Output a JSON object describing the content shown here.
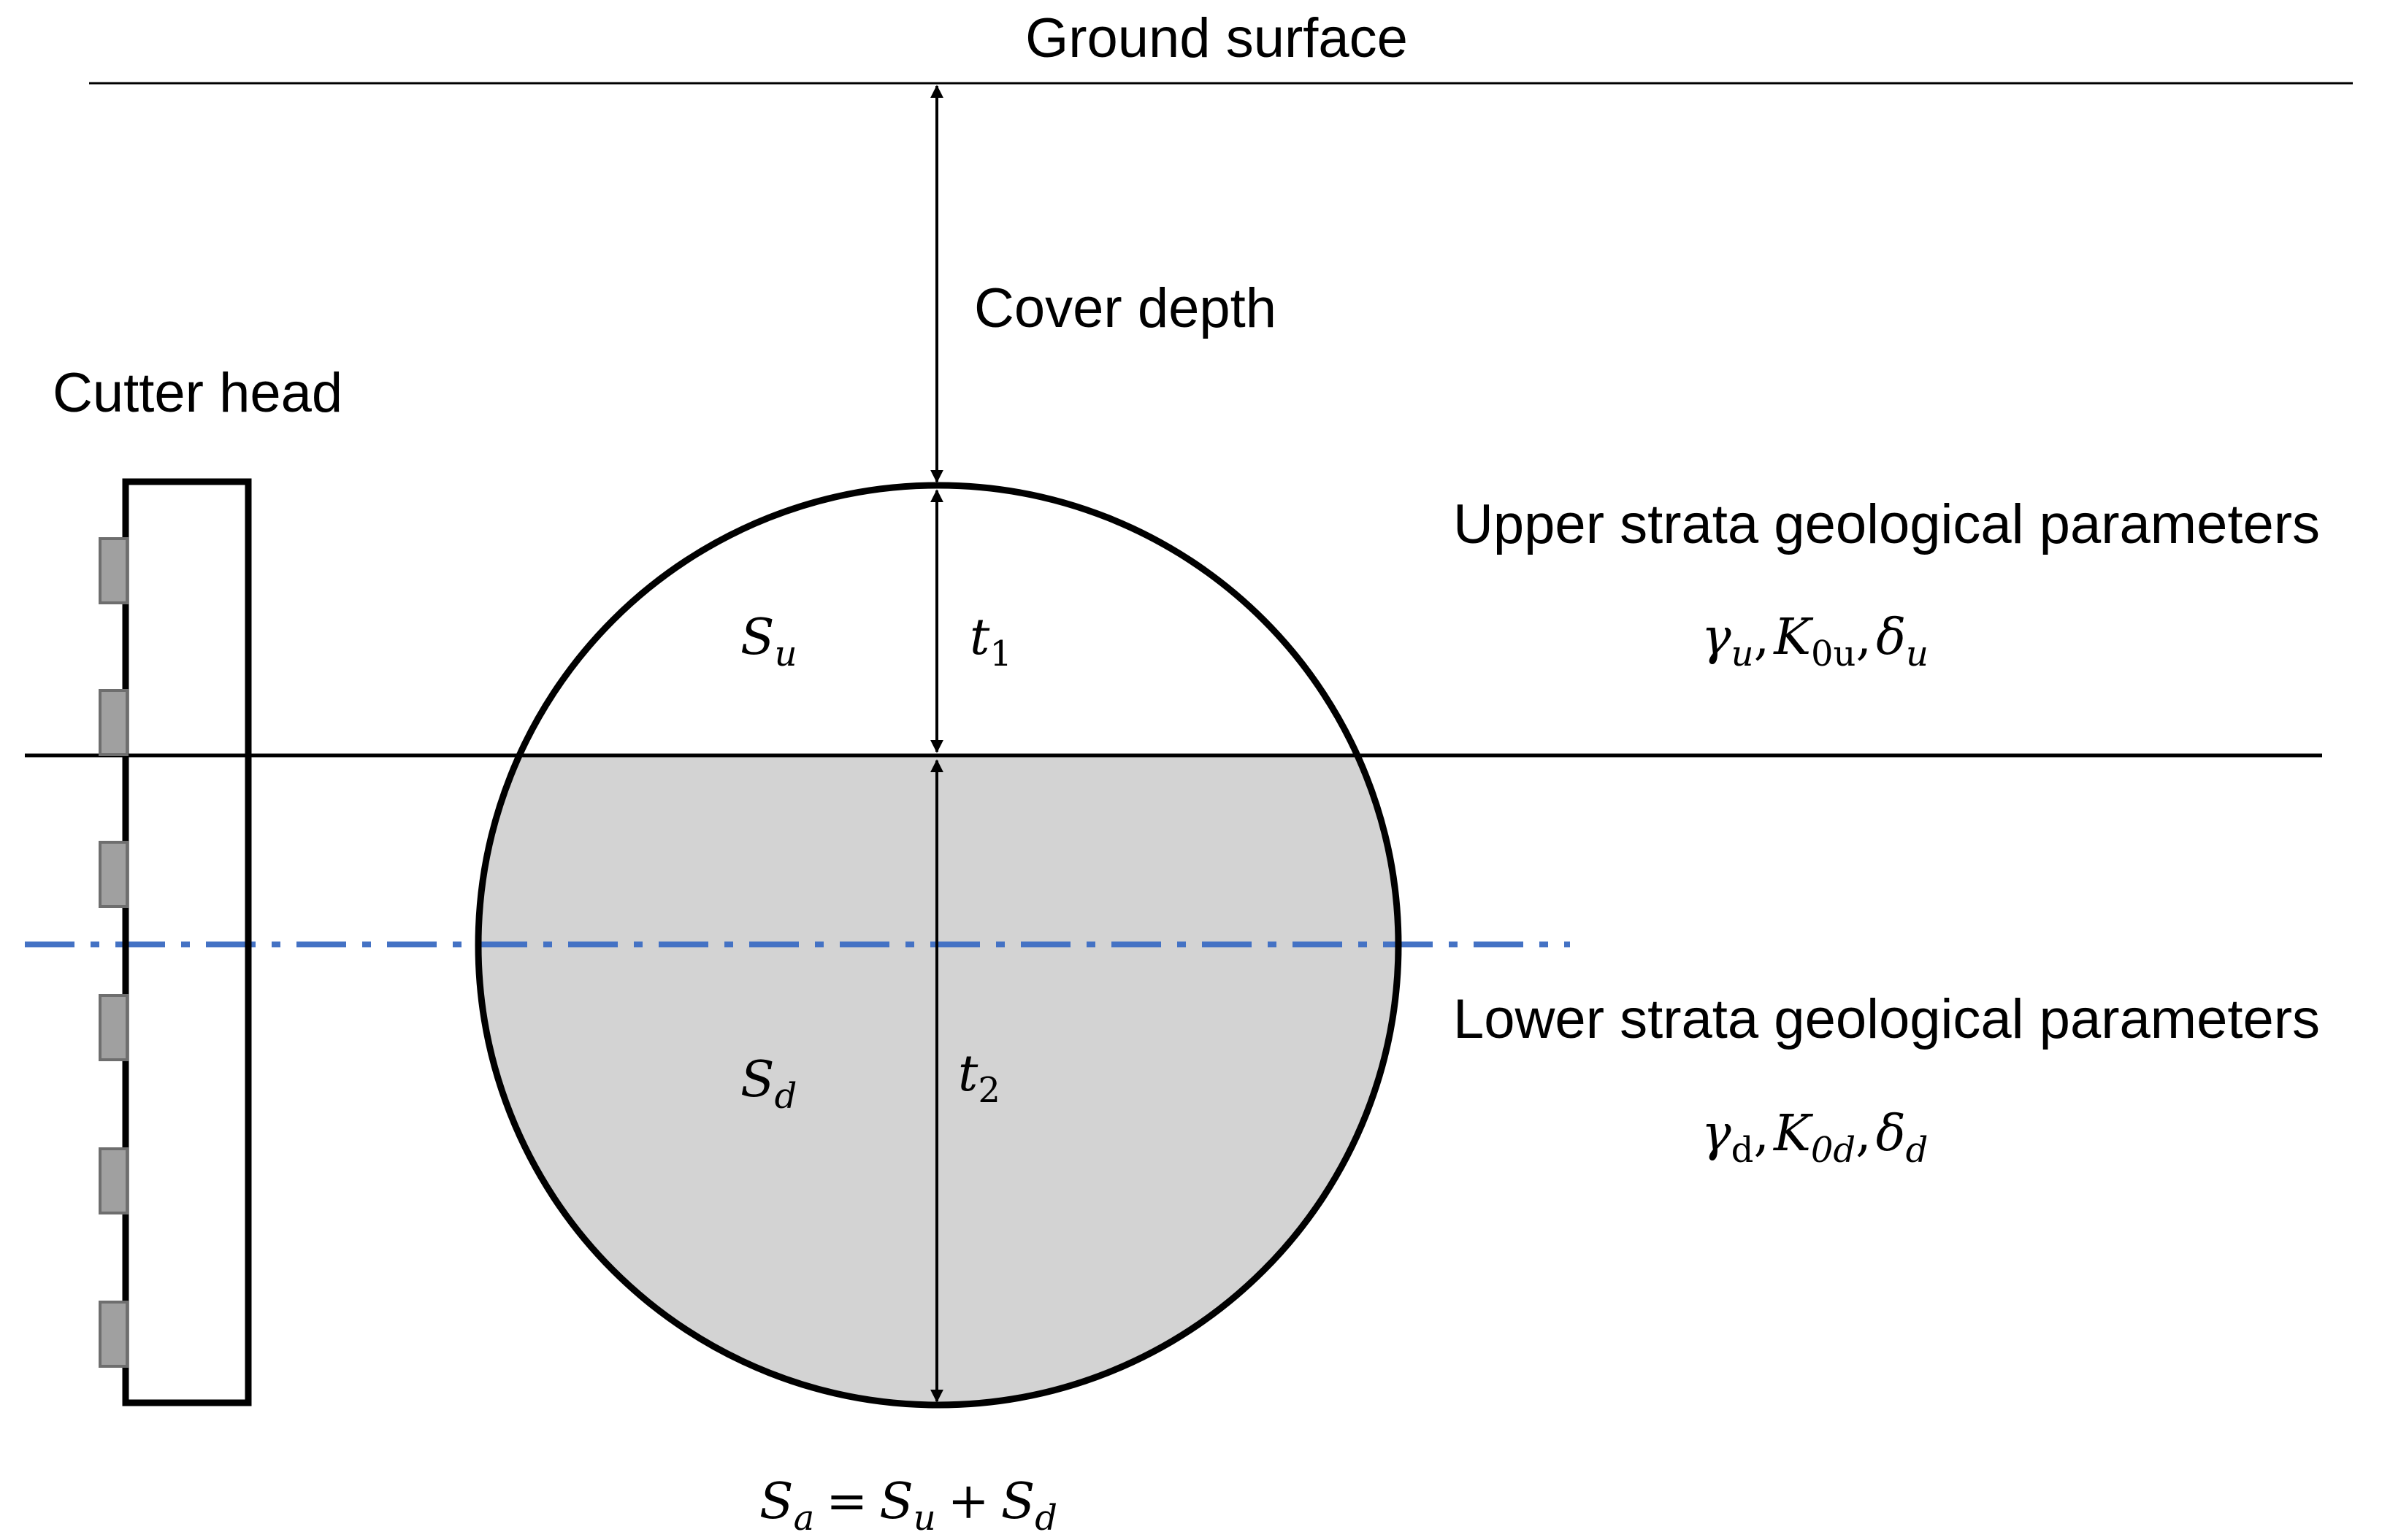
{
  "labels": {
    "ground_surface": "Ground surface",
    "cover_depth": "Cover depth",
    "cutter_head": "Cutter head",
    "upper_strata": "Upper strata geological parameters",
    "lower_strata": "Lower strata geological parameters"
  },
  "symbols": {
    "s_u": {
      "base": "S",
      "sub": "u"
    },
    "s_d": {
      "base": "S",
      "sub": "d"
    },
    "t_1": {
      "base": "t",
      "sub": "1"
    },
    "t_2": {
      "base": "t",
      "sub": "2"
    },
    "upper_params": {
      "gamma": "γ",
      "gamma_sub": "u",
      "k": "K",
      "k_sub": "0u",
      "delta": "δ",
      "delta_sub": "u",
      "sep": ","
    },
    "lower_params": {
      "gamma": "γ",
      "gamma_sub": "d",
      "k": "K",
      "k_sub": "0d",
      "delta": "δ",
      "delta_sub": "d",
      "sep": ","
    },
    "formula": {
      "lhs": "S",
      "lhs_sub": "a",
      "eq": "=",
      "a": "S",
      "a_sub": "u",
      "plus": "+",
      "b": "S",
      "b_sub": "d"
    }
  },
  "colors": {
    "line": "#000000",
    "lower_fill": "#d3d3d3",
    "water_table": "#4472c4",
    "cutter_tool_fill": "#a0a0a0",
    "cutter_tool_stroke": "#6e6e6e"
  },
  "icons": {
    "cutter_tool": "rectangle-tooth-icon"
  }
}
